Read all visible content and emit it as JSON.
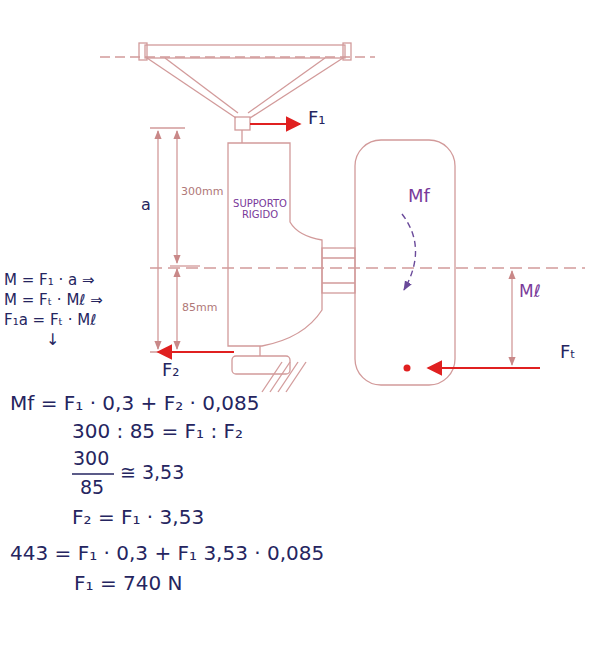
{
  "diagram": {
    "labels": [
      "F₁",
      "a",
      "300mm",
      "SUPPORTO RIGIDO",
      "Mf",
      "M = F₁ · a ⇒",
      "M = Fₜ · Mℓ ⇒",
      "F₁a = Fₜ · Mℓ",
      "↓",
      "85mm",
      "Mℓ",
      "F₂",
      "Fₜ",
      "Mf = F₁ · 0,3 + F₂ · 0,085",
      "300 : 85 = F₁ : F₂",
      "300",
      "85",
      "≅ 3,53",
      "F₂ = F₁ · 3,53",
      "443 = F₁ · 0,3 + F₁ 3,53 · 0,085",
      "F₁ = 740 N"
    ]
  }
}
